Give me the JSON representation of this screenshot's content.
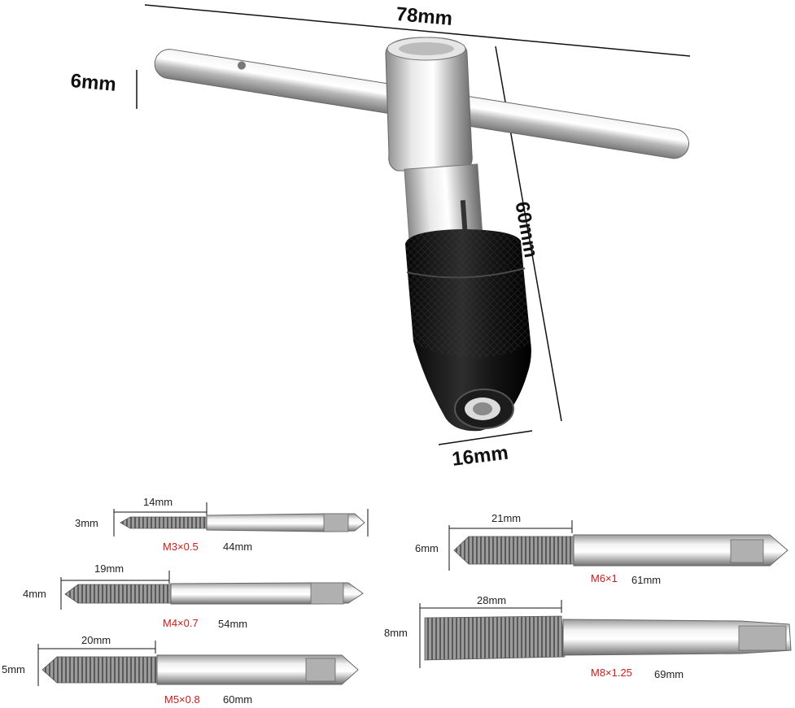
{
  "wrench": {
    "dims": {
      "width": "78mm",
      "rod_diameter": "6mm",
      "height": "60mm",
      "chuck_diameter": "16mm"
    }
  },
  "taps": [
    {
      "diameter": "3mm",
      "thread_length": "14mm",
      "spec": "M3×0.5",
      "length": "44mm"
    },
    {
      "diameter": "4mm",
      "thread_length": "19mm",
      "spec": "M4×0.7",
      "length": "54mm"
    },
    {
      "diameter": "5mm",
      "thread_length": "20mm",
      "spec": "M5×0.8",
      "length": "60mm"
    },
    {
      "diameter": "6mm",
      "thread_length": "21mm",
      "spec": "M6×1",
      "length": "61mm"
    },
    {
      "diameter": "8mm",
      "thread_length": "28mm",
      "spec": "M8×1.25",
      "length": "69mm"
    }
  ],
  "colors": {
    "spec_text": "#d11a1a",
    "chuck": "#1a1a1a",
    "steel": "#c9c9c9"
  }
}
